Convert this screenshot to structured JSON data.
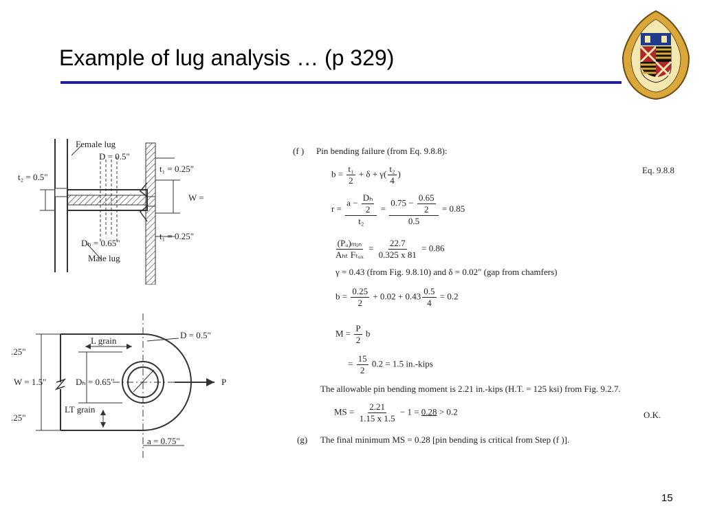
{
  "slide": {
    "title": "Example of lug analysis … (p 329)",
    "number": "15",
    "colors": {
      "accent_rule": "#1f1fa0",
      "seal_gold": "#d9a73a",
      "seal_red": "#b0272b"
    }
  },
  "seal": {
    "icon": "university-seal-icon"
  },
  "figure_top": {
    "female_lug": "Female lug",
    "d": "D = 0.5\"",
    "t2": "t₂ = 0.5\"",
    "t1_top": "t₁ = 0.25\"",
    "w": "W =",
    "t1_bottom": "t₁ = 0.25\"",
    "db": "Dₕ = 0.65\"",
    "male_lug": "Male lug"
  },
  "figure_bottom": {
    "l_grain": "L grain",
    "d": "D = 0.5\"",
    "t_top": ".25\"",
    "w": "W = 1.5\"",
    "db": "Dₕ = 0.65\"",
    "p": "P",
    "lt_grain": "LT grain",
    "t_bottom": ".25\"",
    "a": "a = 0.75\""
  },
  "calc": {
    "f_label": "(f )",
    "f_heading": "Pin bending failure (from Eq. 9.8.8):",
    "eq_ref": "Eq. 9.8.8",
    "b_lhs": "b =",
    "b_t1": "t₁",
    "b_2": "2",
    "b_mid": "+ δ + γ(",
    "b_t2": "t₂",
    "b_4": "4",
    "b_close": ")",
    "r_lhs": "r =",
    "r_a": "a −",
    "r_db": "Dₕ",
    "r_2a": "2",
    "r_t2": "t₂",
    "r_eq1": "=",
    "r_075": "0.75 −",
    "r_065": "0.65",
    "r_2b": "2",
    "r_05": "0.5",
    "r_result": "= 0.85",
    "pu_num": "(Pᵤ)ₘᵢₙ",
    "pu_den": "Aₕₜ Fₜᵤₓ",
    "pu_eq": "=",
    "pu_227": "22.7",
    "pu_calc": "0.325 x 81",
    "pu_result": "= 0.86",
    "gamma_line": "γ = 0.43 (from Fig. 9.8.10) and δ = 0.02\" (gap from chamfers)",
    "b2_lhs": "b =",
    "b2_025": "0.25",
    "b2_2": "2",
    "b2_mid": "+ 0.02 + 0.43",
    "b2_05": "0.5",
    "b2_4": "4",
    "b2_result": "= 0.2",
    "m_lhs": "M =",
    "m_p": "P",
    "m_2": "2",
    "m_b": "b",
    "m2_eq": "=",
    "m2_15": "15",
    "m2_2": "2",
    "m2_result": "0.2 = 1.5 in.-kips",
    "allowable": "The allowable pin bending moment is 2.21 in.-kips (H.T. = 125 ksi) from Fig. 9.2.7.",
    "ms_lhs": "MS =",
    "ms_221": "2.21",
    "ms_den": "1.15 x 1.5",
    "ms_mid": "− 1 =",
    "ms_val": "0.28",
    "ms_tail": "> 0.2",
    "ok": "O.K.",
    "g_label": "(g)",
    "g_text": "The final minimum MS = 0.28 [pin bending is critical from Step (f )]."
  }
}
